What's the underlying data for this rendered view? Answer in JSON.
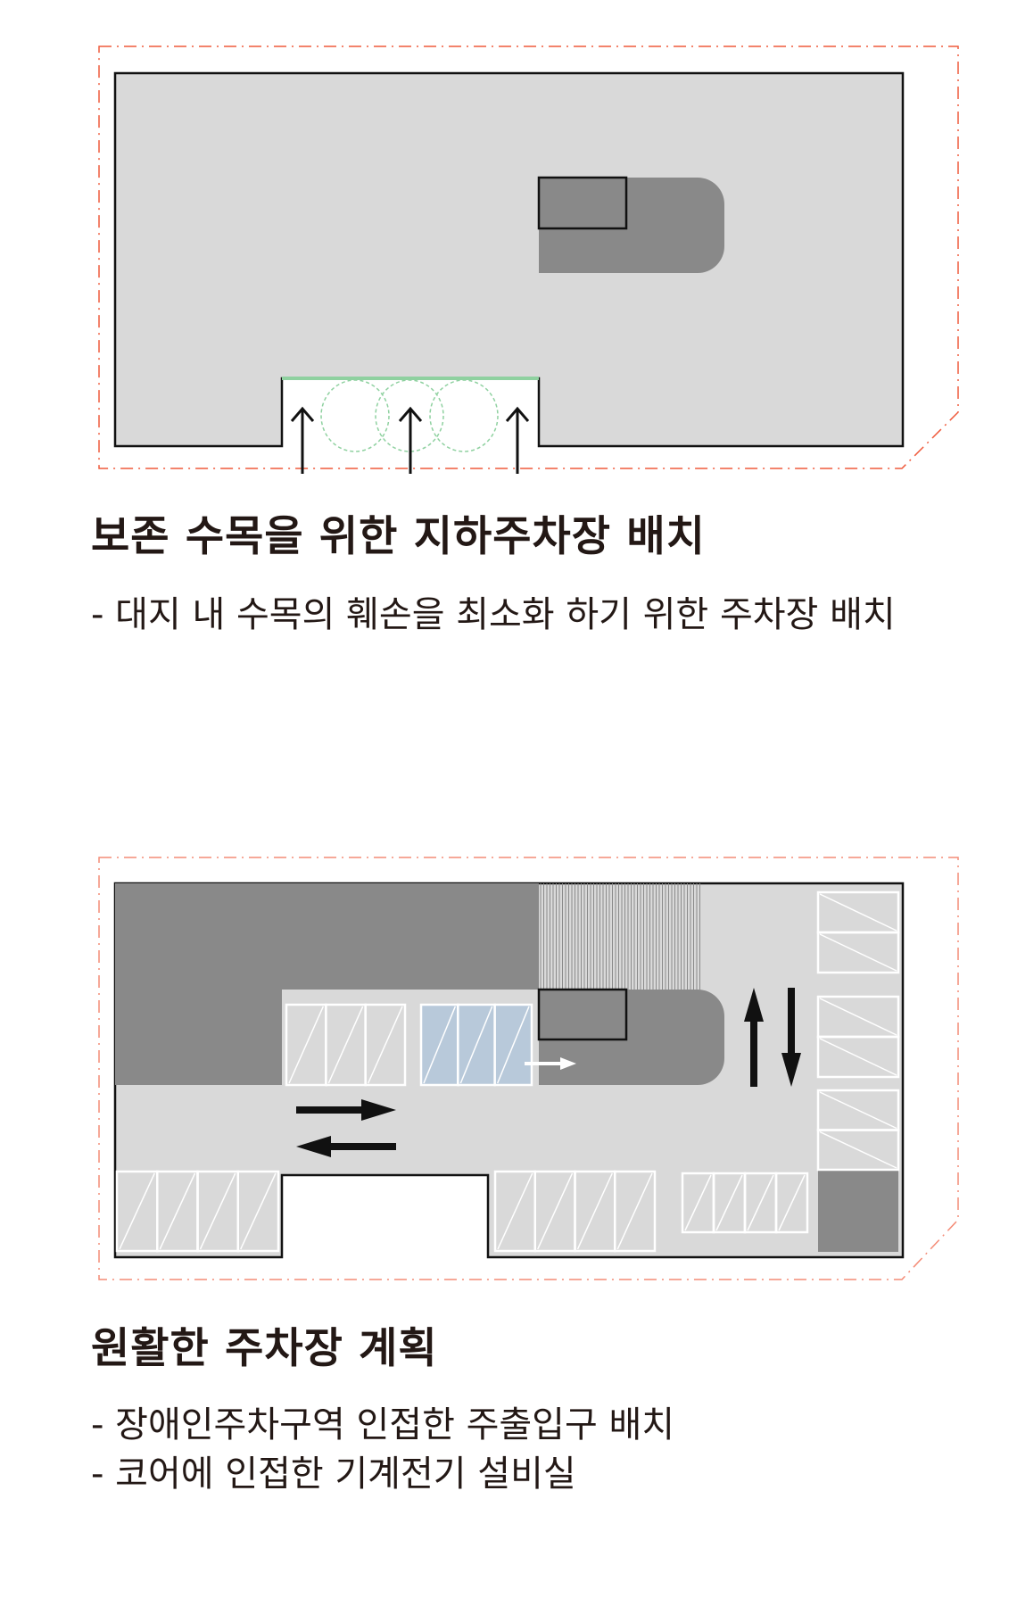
{
  "colors": {
    "building_fill": "#d9d9d9",
    "core_fill": "#898989",
    "site_boundary": "#ef5a3c",
    "accessible_stall": "#b8c9da",
    "tree_line": "#8fd1a0",
    "outline": "#111111"
  },
  "section1": {
    "title": "보존 수목을 위한 지하주차장 배치",
    "bullets": [
      "- 대지 내 수목의 훼손을 최소화 하기 위한 주차장 배치"
    ]
  },
  "section2": {
    "title": "원활한 주차장 계획",
    "bullets": [
      "- 장애인주차구역 인접한 주출입구 배치",
      "- 코어에 인접한 기계전기 설비실"
    ]
  }
}
